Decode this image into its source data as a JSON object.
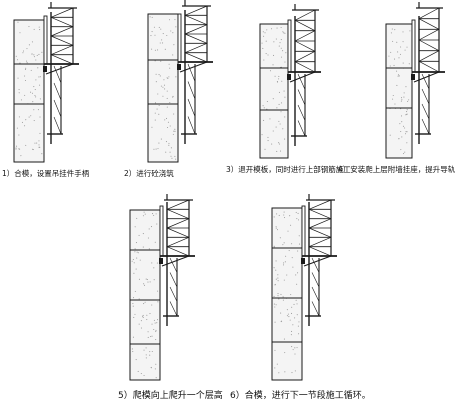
{
  "steps": [
    {
      "label": "1）合模，设置吊挂件手柄"
    },
    {
      "label": "2）进行砼浇筑"
    },
    {
      "label": "3）退开模板，同时进行上部钢筋施工"
    },
    {
      "label": "4）安装爬上层附墙挂座，提升导轨"
    },
    {
      "label": "5）爬模向上爬升一个层高"
    },
    {
      "label": "6）合模，进行下一节段施工循环。"
    }
  ],
  "colors": {
    "line": "#1a1a1a",
    "concrete": "#f4f4f4",
    "speckle": "#9a9a9a"
  }
}
